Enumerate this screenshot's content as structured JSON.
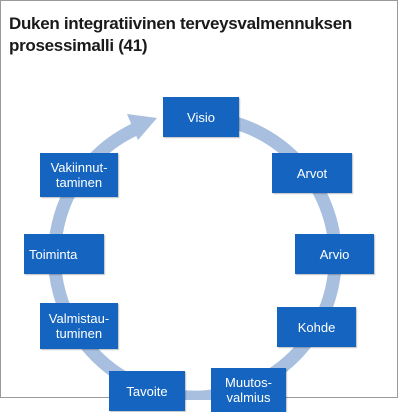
{
  "title": "Duken integratiivinen terveysvalmennuksen prosessimalli (41)",
  "colors": {
    "box": "#1565c0",
    "ring": "#a8bfe0",
    "text": "#ffffff",
    "title": "#1a1a1a"
  },
  "steps": [
    {
      "id": "visio",
      "label": "Visio"
    },
    {
      "id": "arvot",
      "label": "Arvot"
    },
    {
      "id": "arvio",
      "label": "Arvio"
    },
    {
      "id": "kohde",
      "label": "Kohde"
    },
    {
      "id": "muutosvalmius",
      "label": "Muutos-\nvalmius"
    },
    {
      "id": "tavoite",
      "label": "Tavoite"
    },
    {
      "id": "valmistautuminen",
      "label": "Valmistau-\ntuminen"
    },
    {
      "id": "toiminta",
      "label": "Toiminta"
    },
    {
      "id": "vakiinnuttaminen",
      "label": "Vakiinnut-\ntaminen"
    }
  ]
}
